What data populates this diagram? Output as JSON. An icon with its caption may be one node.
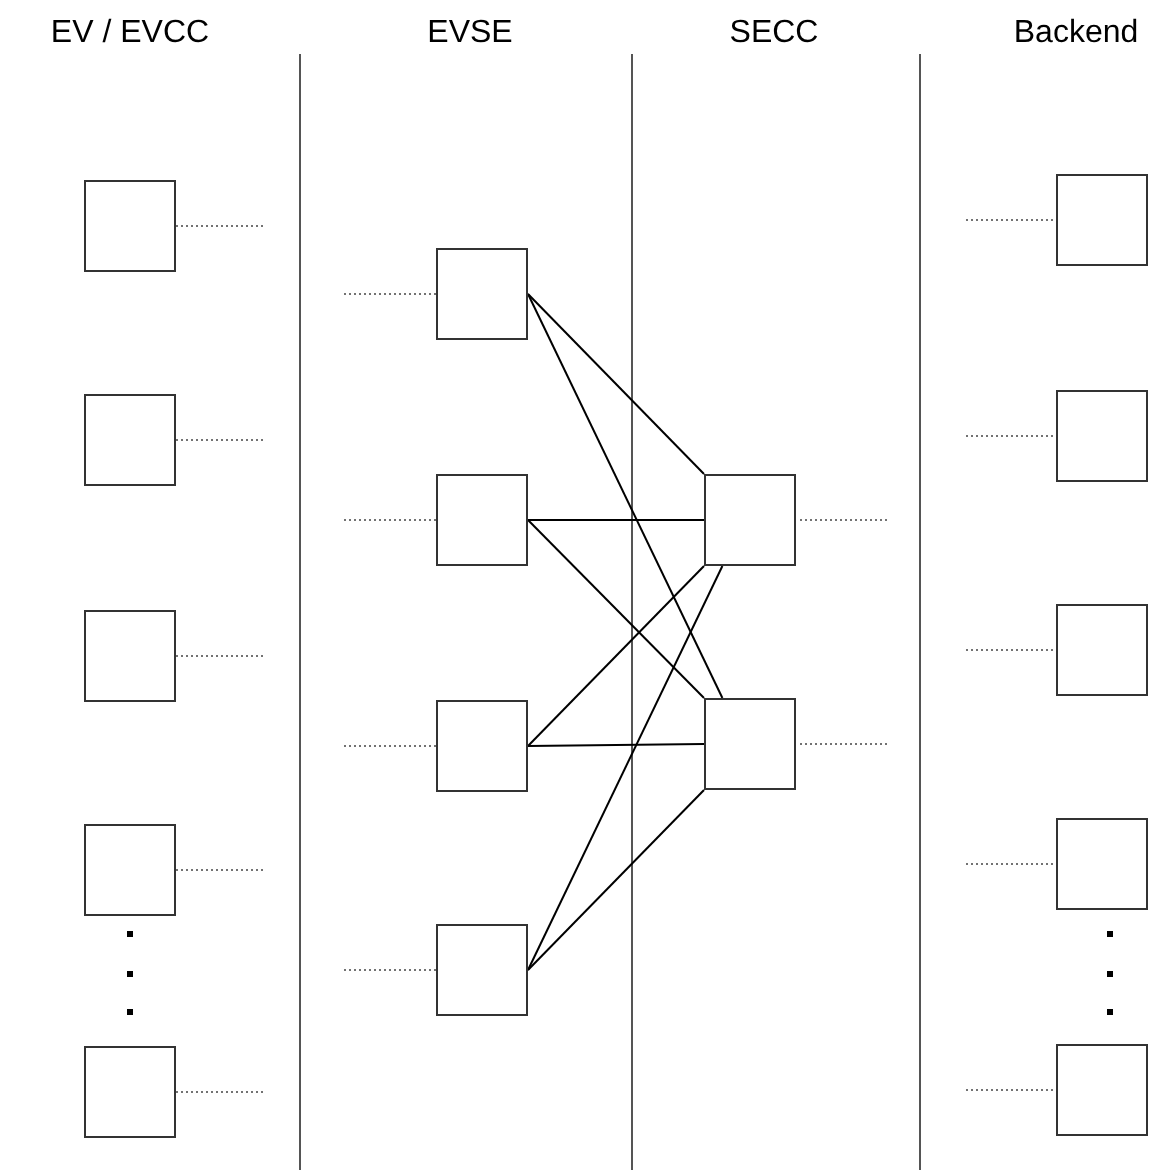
{
  "diagram": {
    "nodes": [
      {
        "text": [],
        "shape": "box"
      },
      {
        "text": [],
        "shape": "box"
      },
      {
        "text": [],
        "shape": "box"
      },
      {
        "text": [],
        "shape": "box"
      },
      {
        "text": [],
        "shape": "box"
      },
      {
        "text": [],
        "shape": "box"
      },
      {
        "text": [],
        "shape": "box"
      },
      {
        "text": [],
        "shape": "box"
      },
      {
        "text": [],
        "shape": "box"
      },
      {
        "text": [],
        "shape": "box"
      },
      {
        "text": [],
        "shape": "box"
      },
      {
        "text": [],
        "shape": "box"
      },
      {
        "text": [],
        "shape": "box"
      },
      {
        "text": [],
        "shape": "box"
      },
      {
        "text": [],
        "shape": "box"
      },
      {
        "text": [],
        "shape": "box"
      }
    ],
    "edges": [
      {
        "from": 5,
        "to": 9,
        "arrow": "none"
      },
      {
        "from": 5,
        "to": 10,
        "arrow": "none"
      },
      {
        "from": 6,
        "to": 9,
        "arrow": "none"
      },
      {
        "from": 6,
        "to": 10,
        "arrow": "none"
      },
      {
        "from": 7,
        "to": 9,
        "arrow": "none"
      },
      {
        "from": 7,
        "to": 10,
        "arrow": "none"
      },
      {
        "from": 8,
        "to": 9,
        "arrow": "none"
      },
      {
        "from": 8,
        "to": 10,
        "arrow": "none"
      },
      {
        "from": 0,
        "to": null,
        "arrow": "none",
        "style": "dashed"
      },
      {
        "from": 1,
        "to": null,
        "arrow": "none",
        "style": "dashed"
      },
      {
        "from": 2,
        "to": null,
        "arrow": "none",
        "style": "dashed"
      },
      {
        "from": 3,
        "to": null,
        "arrow": "none",
        "style": "dashed"
      },
      {
        "from": 4,
        "to": null,
        "arrow": "none",
        "style": "dashed"
      },
      {
        "from": null,
        "to": 5,
        "arrow": "none",
        "style": "dashed"
      },
      {
        "from": null,
        "to": 6,
        "arrow": "none",
        "style": "dashed"
      },
      {
        "from": null,
        "to": 7,
        "arrow": "none",
        "style": "dashed"
      },
      {
        "from": null,
        "to": 8,
        "arrow": "none",
        "style": "dashed"
      },
      {
        "from": 9,
        "to": null,
        "arrow": "none",
        "style": "dashed"
      },
      {
        "from": 10,
        "to": null,
        "arrow": "none",
        "style": "dashed"
      },
      {
        "from": null,
        "to": 11,
        "arrow": "none",
        "style": "dashed"
      },
      {
        "from": null,
        "to": 12,
        "arrow": "none",
        "style": "dashed"
      },
      {
        "from": null,
        "to": 13,
        "arrow": "none",
        "style": "dashed"
      },
      {
        "from": null,
        "to": 14,
        "arrow": "none",
        "style": "dashed"
      },
      {
        "from": null,
        "to": 15,
        "arrow": "none",
        "style": "dashed"
      }
    ],
    "labels": [
      "EV / EVCC",
      "EVSE",
      "SECC",
      "Backend"
    ]
  }
}
